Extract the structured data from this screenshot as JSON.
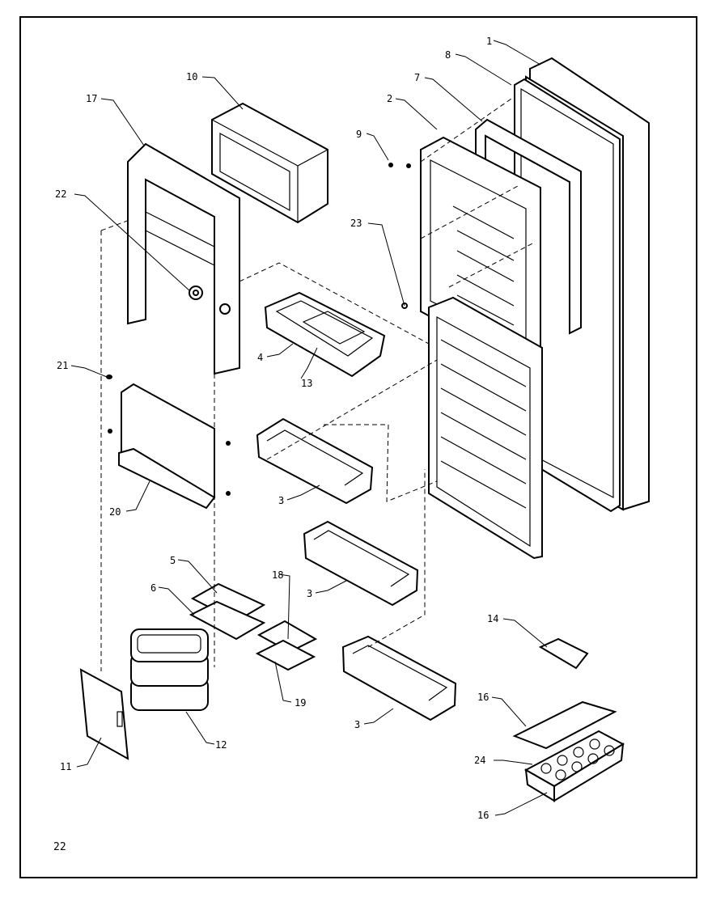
{
  "callouts": {
    "c1": "1",
    "c2": "2",
    "c3a": "3",
    "c3b": "3",
    "c3c": "3",
    "c4": "4",
    "c5": "5",
    "c6": "6",
    "c7": "7",
    "c8": "8",
    "c9": "9",
    "c10": "10",
    "c11": "11",
    "c12": "12",
    "c13": "13",
    "c14": "14",
    "c16a": "16",
    "c16b": "16",
    "c17": "17",
    "c18": "18",
    "c19": "19",
    "c20": "20",
    "c21": "21",
    "c22": "22",
    "c23": "23",
    "c24": "24"
  },
  "page_number": "22"
}
